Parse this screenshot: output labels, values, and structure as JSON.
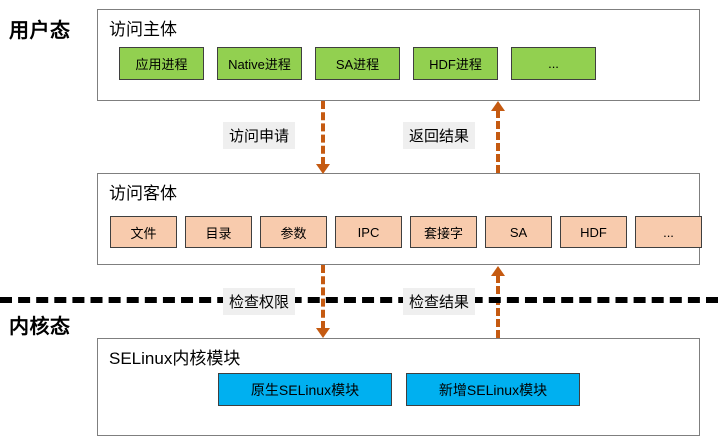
{
  "modes": {
    "user": "用户态",
    "kernel": "内核态"
  },
  "layers": {
    "subject": {
      "title": "访问主体",
      "chips": [
        "应用进程",
        "Native进程",
        "SA进程",
        "HDF进程",
        "..."
      ]
    },
    "object": {
      "title": "访问客体",
      "chips": [
        "文件",
        "目录",
        "参数",
        "IPC",
        "套接字",
        "SA",
        "HDF",
        "..."
      ]
    },
    "kernel": {
      "title": "SELinux内核模块",
      "chips": [
        "原生SELinux模块",
        "新增SELinux模块"
      ]
    }
  },
  "flows": [
    {
      "label": "访问申请",
      "direction": "down"
    },
    {
      "label": "返回结果",
      "direction": "up"
    },
    {
      "label": "检查权限",
      "direction": "down"
    },
    {
      "label": "检查结果",
      "direction": "up"
    }
  ],
  "colors": {
    "subject_chip": "#92D050",
    "object_chip": "#F8CBAD",
    "kernel_chip": "#00B0F0",
    "connector": "#C55A11",
    "boundary": "#000000",
    "label_plate": "#EFEFEF",
    "box_border": "#7f7f7f"
  }
}
